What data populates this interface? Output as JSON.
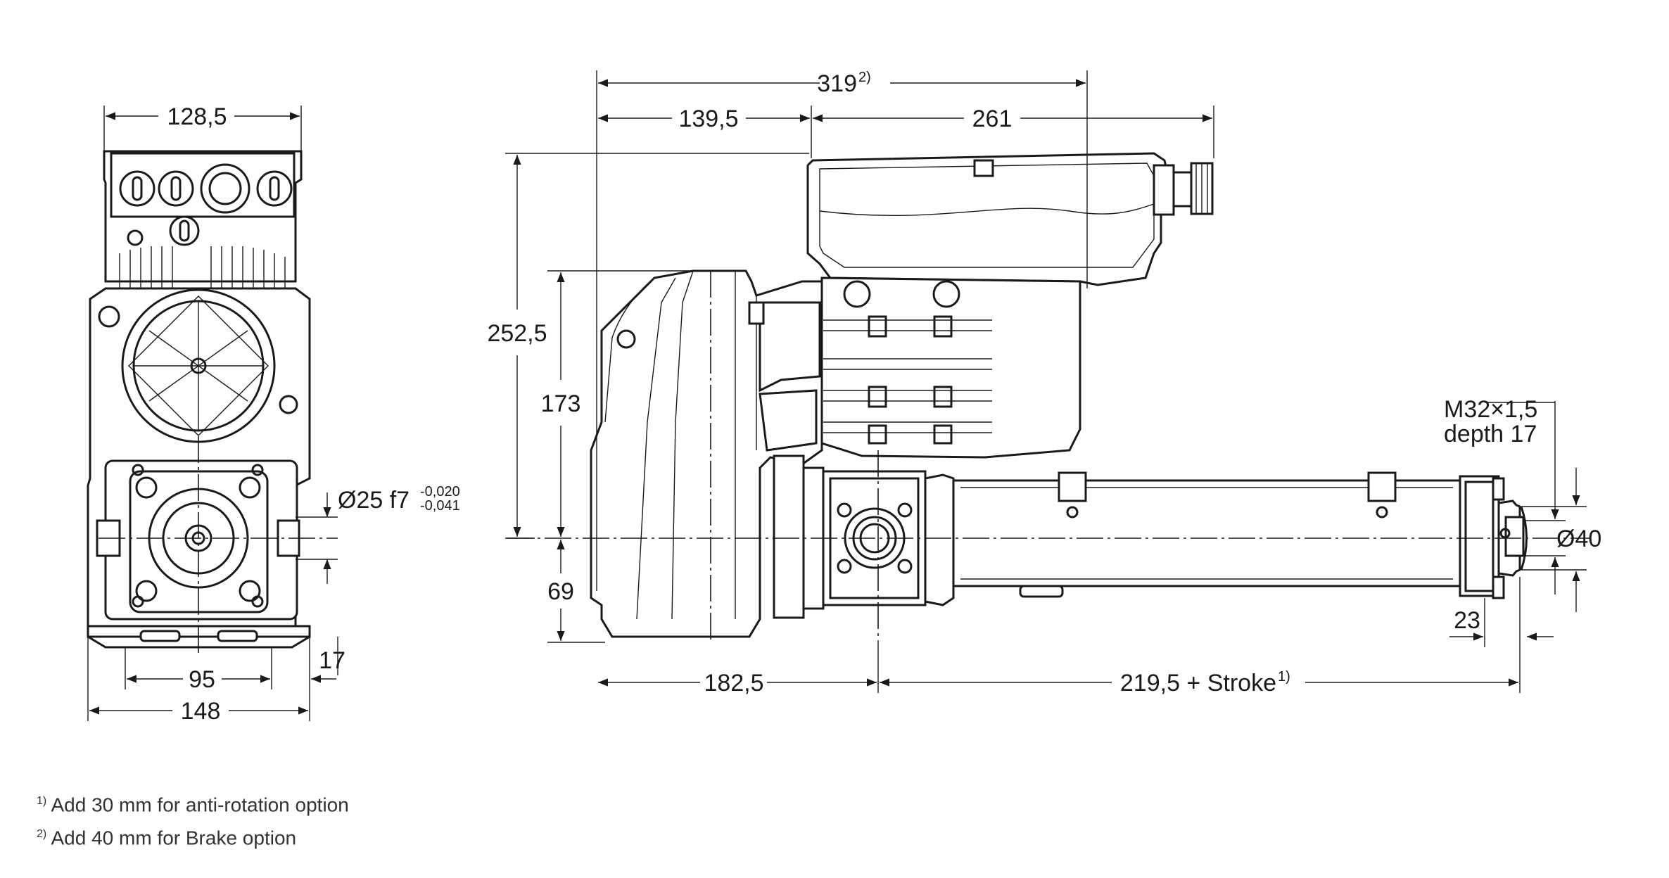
{
  "dimensions": {
    "front_width_top": "128,5",
    "front_base_width": "148",
    "front_hole_spacing": "95",
    "front_side_offset": "17",
    "shaft_diameter": "Ø25 f7",
    "shaft_tol_upper": "-0,020",
    "shaft_tol_lower": "-0,041",
    "overall_length": "319",
    "overall_length_note": "2)",
    "left_to_terminal": "139,5",
    "terminal_box_length": "261",
    "overall_height": "252,5",
    "gearbox_height": "173",
    "axis_height": "69",
    "to_mount_axis": "182,5",
    "stroke_length": "219,5 + Stroke",
    "stroke_length_note": "1)",
    "thread_spec": "M32×1,5",
    "thread_depth": "depth 17",
    "rod_diameter": "Ø40",
    "rod_end_length": "23"
  },
  "footnotes": [
    {
      "mark": "1)",
      "text": "Add 30 mm for anti-rotation option"
    },
    {
      "mark": "2)",
      "text": "Add 40 mm for Brake option"
    }
  ]
}
